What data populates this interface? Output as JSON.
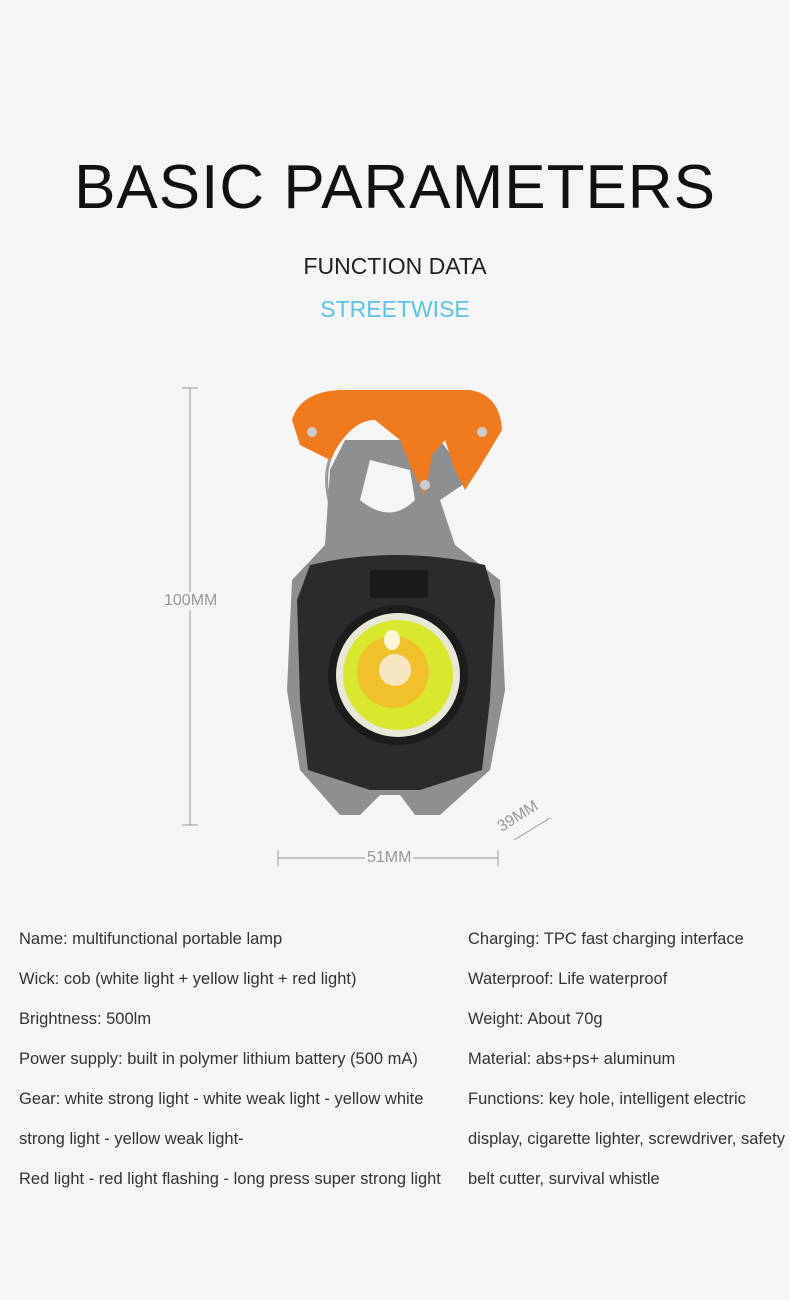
{
  "header": {
    "title": "BASIC PARAMETERS",
    "subtitle": "FUNCTION DATA",
    "brand": "STREETWISE",
    "brand_color": "#5bc4e6"
  },
  "product": {
    "image": "cob-keychain-work-light",
    "accent_color": "#f07a1e",
    "dimensions": {
      "height": "100MM",
      "width": "51MM",
      "depth": "39MM"
    }
  },
  "specs": {
    "left": [
      "Name: multifunctional portable lamp",
      "Wick: cob (white light + yellow light + red light)",
      "Brightness: 500lm",
      "Power supply: built in polymer lithium battery (500 mA)",
      "Gear: white strong light - white weak light - yellow white",
      "strong light - yellow weak light-",
      "Red light - red light flashing - long press super strong light"
    ],
    "right": [
      "Charging: TPC fast charging interface",
      "Waterproof: Life waterproof",
      "Weight: About 70g",
      "Material: abs+ps+ aluminum",
      "Functions: key hole, intelligent electric",
      "display, cigarette lighter, screwdriver, safety",
      "belt cutter, survival whistle"
    ]
  }
}
